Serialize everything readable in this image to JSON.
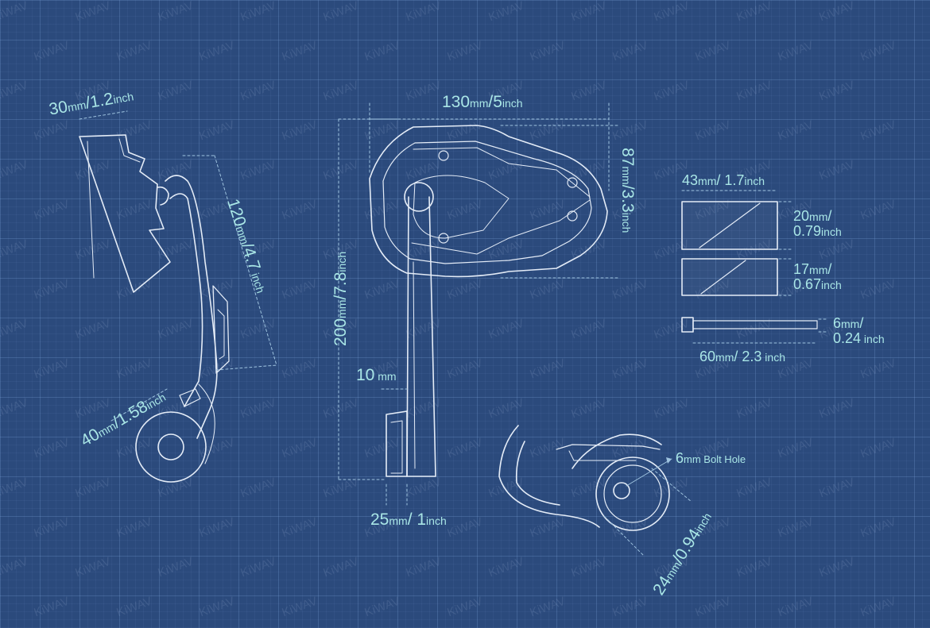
{
  "watermark": "KiWAV",
  "colors": {
    "background": "#2b4a7c",
    "grid": "#7aa0d7",
    "line": "#e4ecf7",
    "label": "#a9e6e6",
    "dimline": "#9fc4e0"
  },
  "labels": {
    "side_top": {
      "v1": "30",
      "u1": "mm",
      "sep": "/",
      "v2": "1.2",
      "u2": "inch"
    },
    "side_arm": {
      "v1": "120",
      "u1": "mm",
      "sep": "/",
      "v2": "4.7",
      "u2": " inch"
    },
    "side_clamp": {
      "v1": "40",
      "u1": "mm",
      "sep": "/",
      "v2": "1.58",
      "u2": "inch"
    },
    "front_width": {
      "v1": "130",
      "u1": "mm",
      "sep": "/",
      "v2": "5",
      "u2": "inch"
    },
    "front_head": {
      "v1": "87",
      "u1": "mm",
      "sep": "/",
      "v2": "3.3",
      "u2": "inch"
    },
    "front_height": {
      "v1": "200",
      "u1": "mm",
      "sep": "/",
      "v2": "7.8",
      "u2": "inch"
    },
    "front_plug": {
      "v1": "10",
      "u1": " mm"
    },
    "front_base": {
      "v1": "25",
      "u1": "mm",
      "sep": "/ ",
      "v2": "1",
      "u2": "inch"
    },
    "spacer_width": {
      "v1": "43",
      "u1": "mm",
      "sep": "/ ",
      "v2": "1.7",
      "u2": "inch"
    },
    "spacer_a": {
      "v1": "20",
      "u1": "mm",
      "sep": "/",
      "v2": "0.79",
      "u2": "inch"
    },
    "spacer_b": {
      "v1": "17",
      "u1": "mm",
      "sep": "/",
      "v2": "0.67",
      "u2": "inch"
    },
    "bolt_dia": {
      "v1": "6",
      "u1": "mm",
      "sep": "/",
      "v2": "0.24",
      "u2": " inch"
    },
    "bolt_len": {
      "v1": "60",
      "u1": "mm",
      "sep": "/ ",
      "v2": "2.3",
      "u2": " inch"
    },
    "bolt_hole": {
      "v1": "6",
      "u1": "mm",
      "v2": " Bolt Hole"
    },
    "ring_dia": {
      "v1": "24",
      "u1": "mm",
      "sep": "/",
      "v2": "0.94",
      "u2": "inch"
    }
  }
}
